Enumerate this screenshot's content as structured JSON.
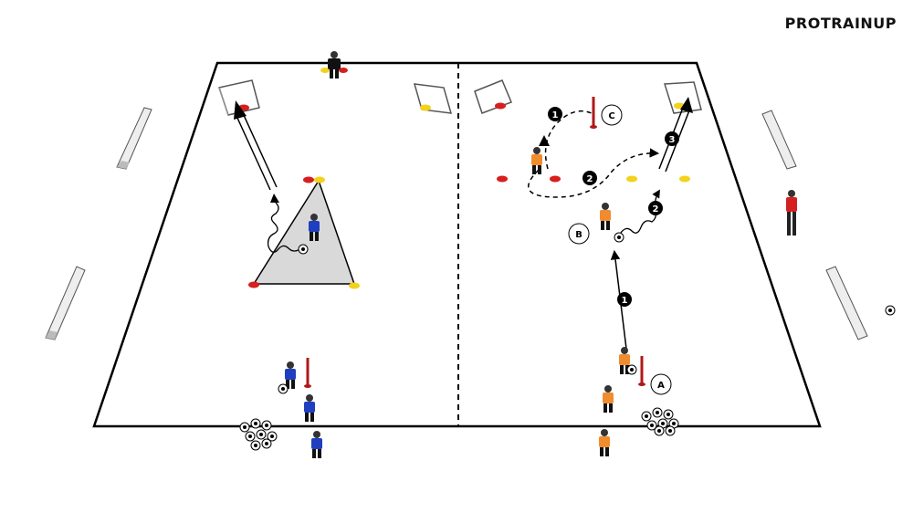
{
  "brand": {
    "name": "PROTRAINUP"
  },
  "labels": {
    "station_a": "A",
    "station_b": "B",
    "station_c": "C"
  },
  "steps": {
    "step_1": "1",
    "step_2": "2",
    "step_3": "3"
  },
  "colors": {
    "pitch_line": "#000000",
    "triangle_fill": "#d9d9d9",
    "blue_team": "#1f3fbf",
    "orange_team": "#f08c2e",
    "cone_red": "#d81e1e",
    "cone_yellow": "#f2d21b",
    "coach_red": "#d42020",
    "pole_red": "#b01818"
  },
  "icons": [
    "goal-icon",
    "cone-icon",
    "ball-icon",
    "pole-icon",
    "player-icon",
    "coach-icon",
    "advertising-board-icon"
  ]
}
